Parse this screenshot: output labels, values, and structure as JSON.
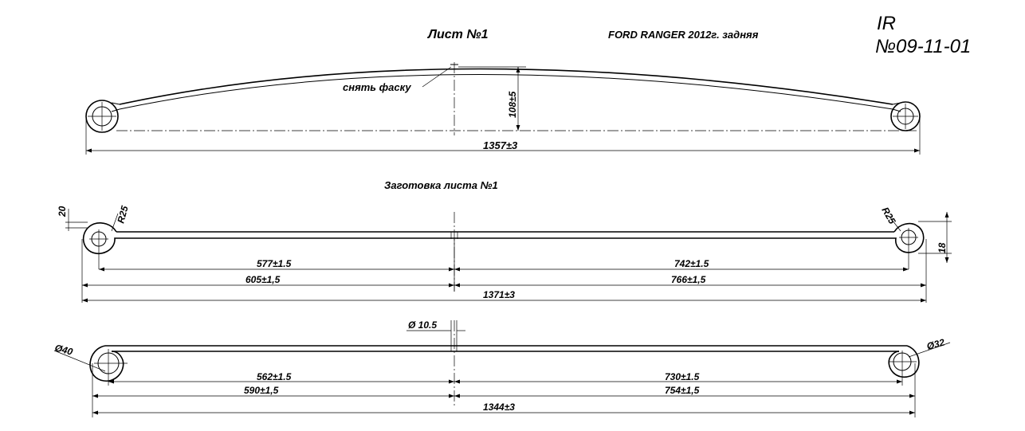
{
  "header": {
    "sheet_title": "Лист №1",
    "vehicle": "FORD RANGER 2012г. задняя",
    "code_line1": "IR",
    "code_line2": "№09-11-01"
  },
  "view1": {
    "chamfer_note": "снять фаску",
    "arc_height": "108±5",
    "overall_length": "1357±3"
  },
  "view2": {
    "title": "Заготовка листа №1",
    "thickness_dim": "20",
    "radius_left": "R25",
    "radius_right": "R25",
    "eye_height_right": "18",
    "left_inner": "577±1.5",
    "right_inner": "742±1.5",
    "left_outer": "605±1,5",
    "right_outer": "766±1,5",
    "overall_length": "1371±3"
  },
  "view3": {
    "center_hole": "Ø 10.5",
    "left_eye_diameter": "Ø40",
    "right_eye_diameter": "Ø32",
    "left_inner": "562±1.5",
    "right_inner": "730±1.5",
    "left_outer": "590±1,5",
    "right_outer": "754±1,5",
    "overall_length": "1344±3"
  }
}
